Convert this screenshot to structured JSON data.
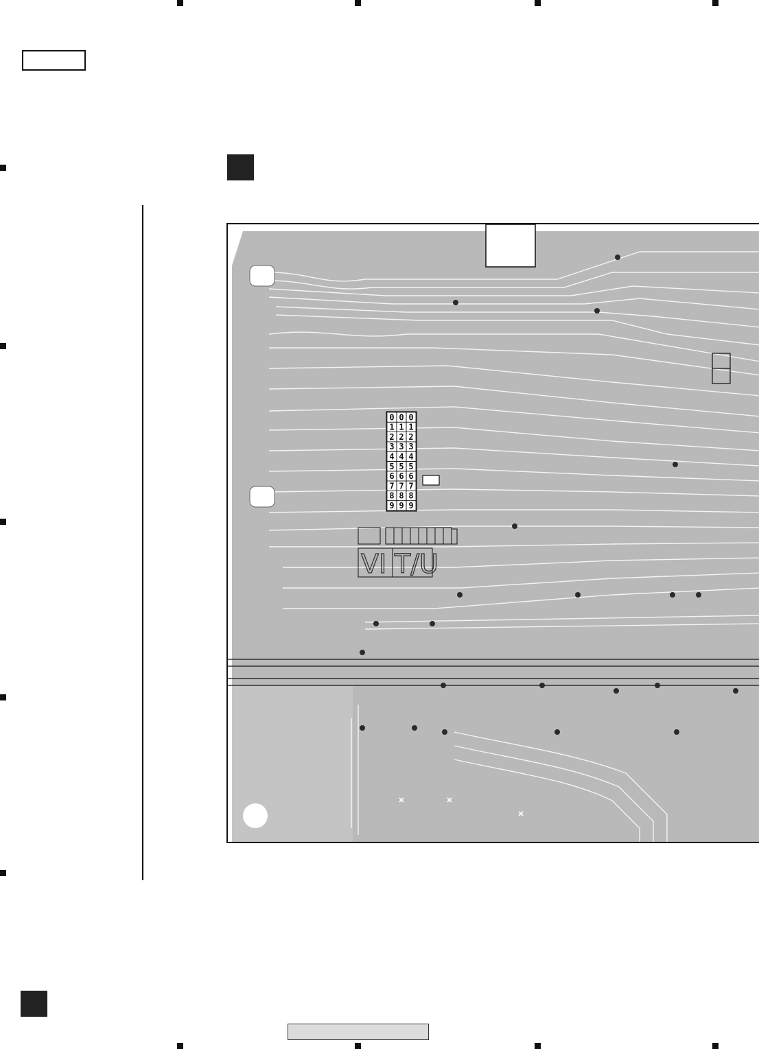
{
  "diagram": {
    "digit_columns": 3,
    "digits": [
      "0",
      "1",
      "2",
      "3",
      "4",
      "5",
      "6",
      "7",
      "8",
      "9"
    ],
    "marking_left": "VI",
    "marking_right": "T/U"
  },
  "colors": {
    "copper": "#b9b9b9",
    "trace_light": "#f4f4f4",
    "ink": "#111111",
    "pad": "#2a2a2a"
  }
}
